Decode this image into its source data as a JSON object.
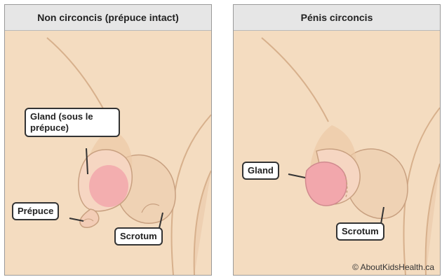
{
  "panels": {
    "left": {
      "title": "Non circoncis (prépuce intact)",
      "labels": {
        "gland": "Gland (sous le prépuce)",
        "prepuce": "Prépuce",
        "scrotum": "Scrotum"
      }
    },
    "right": {
      "title": "Pénis circoncis",
      "labels": {
        "gland": "Gland",
        "scrotum": "Scrotum"
      }
    }
  },
  "credit": "© AboutKidsHealth.ca",
  "colors": {
    "skin": "#f4dcc0",
    "skin_shadow": "#e9c7a4",
    "outline": "#c8a080",
    "glans": "#f2a7ac",
    "header_bg": "#e6e6e6"
  }
}
